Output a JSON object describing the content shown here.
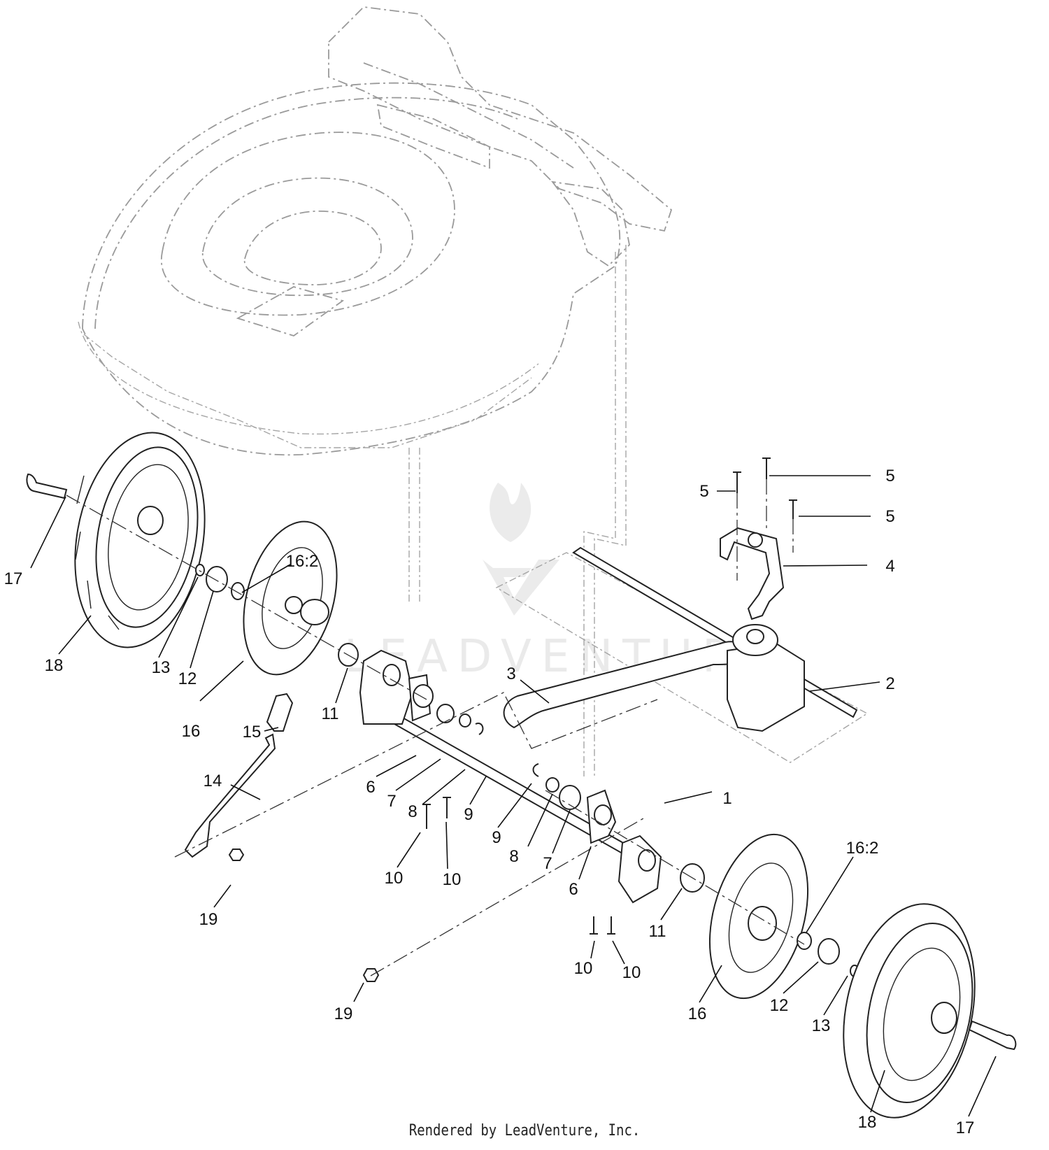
{
  "footer": {
    "text": "Rendered by LeadVenture, Inc."
  },
  "watermark": {
    "text": "LEADVENTURE",
    "color": "#d9d9d9"
  },
  "callouts": [
    "1",
    "2",
    "3",
    "4",
    "5",
    "5",
    "5",
    "6",
    "6",
    "7",
    "7",
    "8",
    "8",
    "9",
    "9",
    "10",
    "10",
    "10",
    "10",
    "11",
    "11",
    "12",
    "12",
    "13",
    "13",
    "14",
    "15",
    "16",
    "16",
    "16:2",
    "16:2",
    "17",
    "17",
    "18",
    "18",
    "19",
    "19"
  ]
}
